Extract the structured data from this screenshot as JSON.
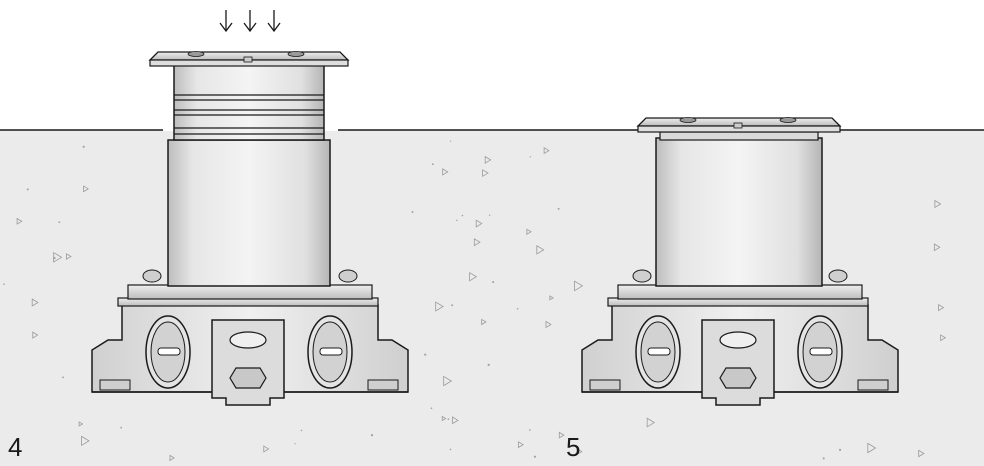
{
  "steps": [
    {
      "number": "4",
      "pressed": true
    },
    {
      "number": "5",
      "pressed": false
    }
  ],
  "colors": {
    "concrete": "#ebebeb",
    "outline": "#1a1a1a",
    "metal": "#d6d6d6",
    "metal_light": "#efefef",
    "metal_dark": "#9a9a9a"
  },
  "icons": [
    "down-arrow-icon",
    "concrete-speckle"
  ]
}
